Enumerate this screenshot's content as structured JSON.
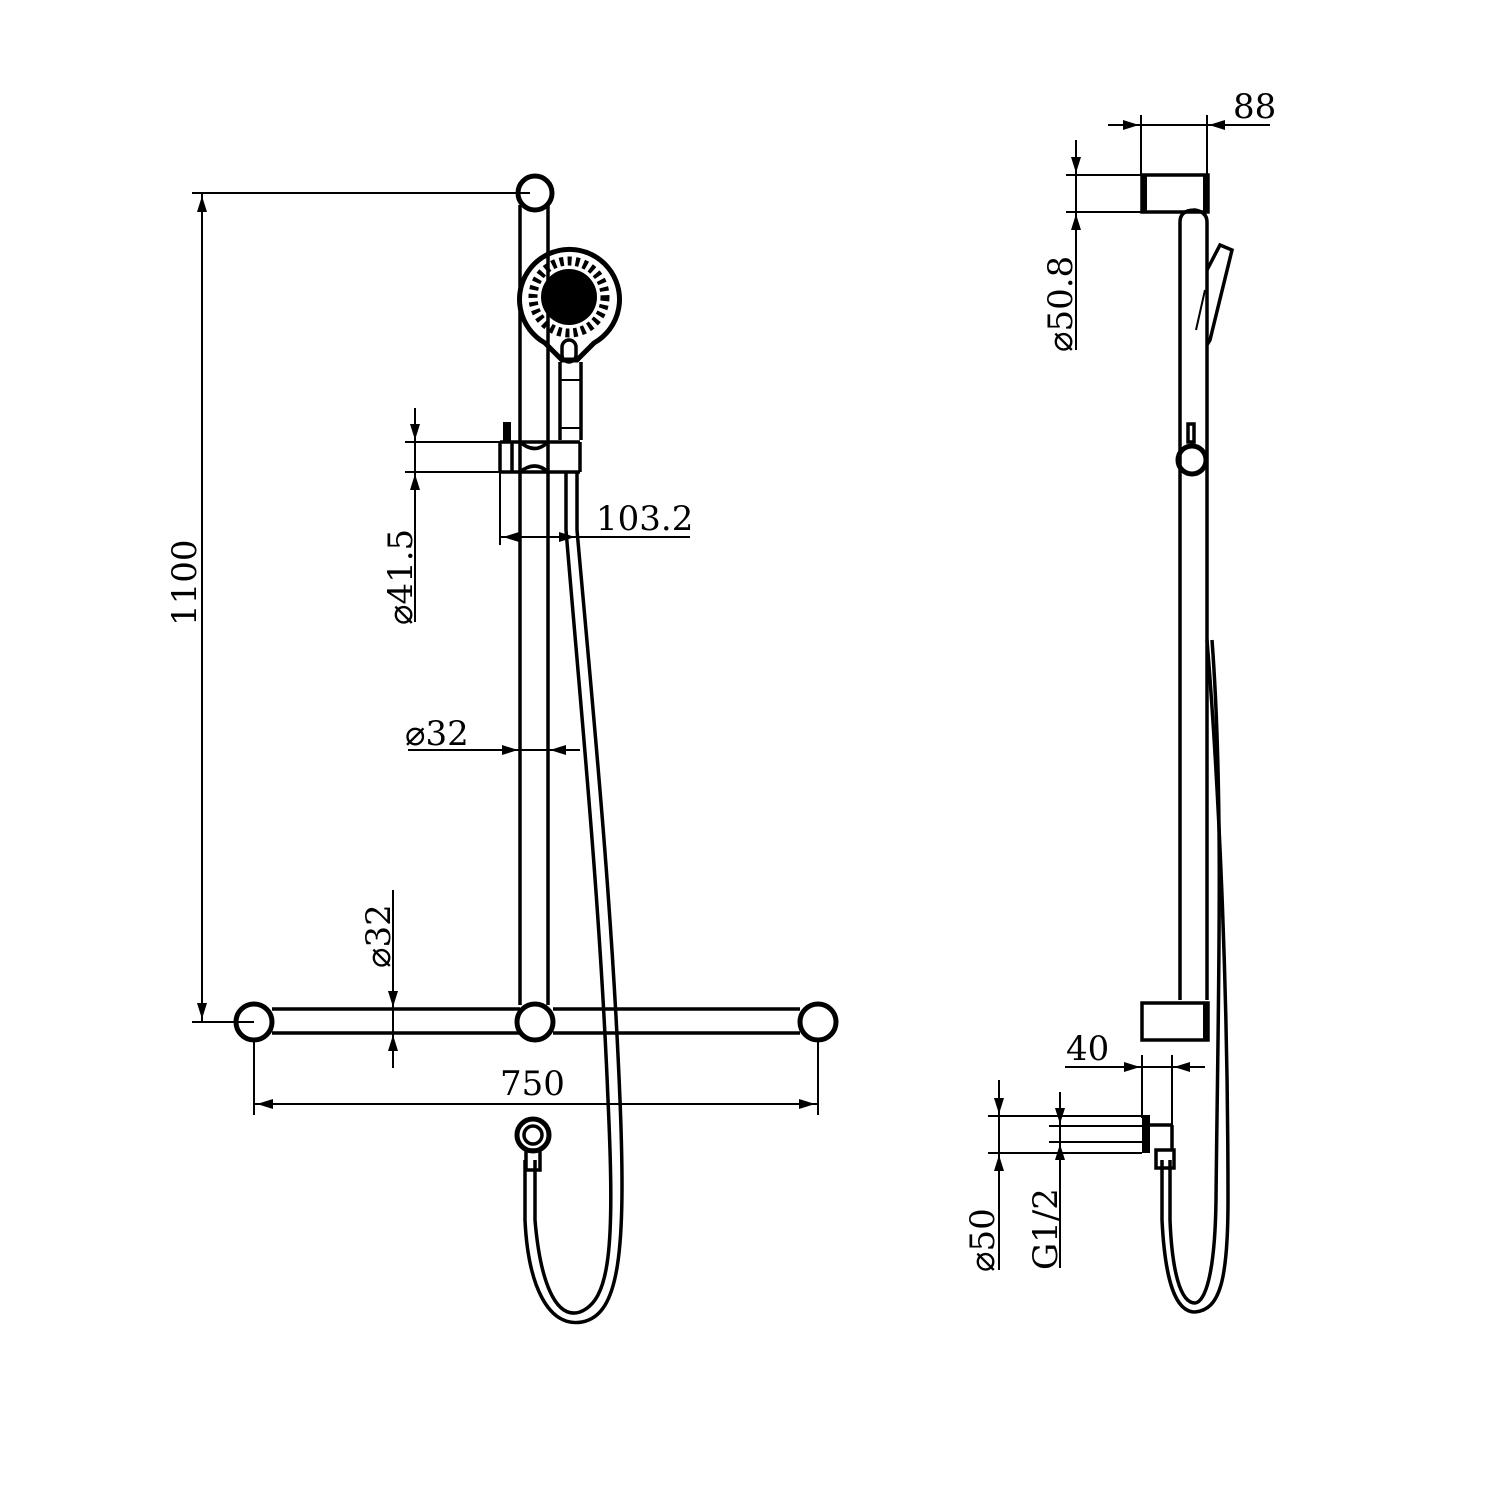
{
  "drawing": {
    "colors": {
      "line": "#000000",
      "background": "#ffffff"
    },
    "front_view": {
      "dimensions": {
        "height": "1100",
        "width": "750",
        "slider_diameter": "⌀41.5",
        "projection": "103.2",
        "rail_diameter": "⌀32",
        "horizontal_rail_diameter": "⌀32"
      }
    },
    "side_view": {
      "dimensions": {
        "depth": "88",
        "bracket_diameter": "⌀50.8",
        "outlet_projection": "40",
        "outlet_diameter": "⌀50",
        "thread": "G1/2"
      }
    }
  }
}
